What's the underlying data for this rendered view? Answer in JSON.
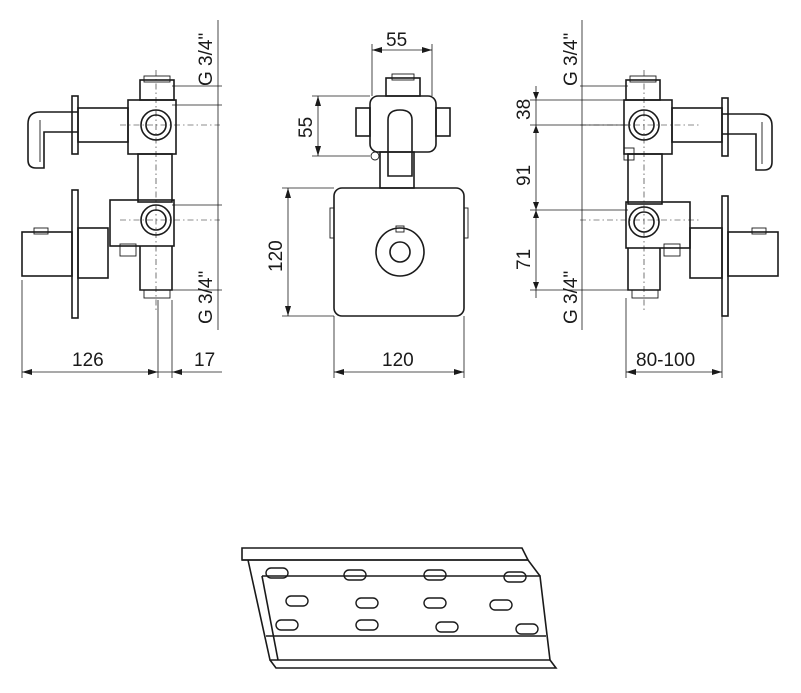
{
  "colors": {
    "line": "#1a1a1a",
    "background": "#ffffff"
  },
  "left_view": {
    "dim_width": "126",
    "dim_offset": "17",
    "thread_top": "G 3/4\"",
    "thread_bottom": "G 3/4\""
  },
  "center_view": {
    "dim_top_width": "55",
    "dim_top_height": "55",
    "dim_plate_height": "120",
    "dim_plate_width": "120"
  },
  "right_view": {
    "dim_spacing_a": "38",
    "dim_spacing_b": "91",
    "dim_spacing_c": "71",
    "dim_depth": "80-100",
    "thread_top": "G 3/4\"",
    "thread_bottom": "G 3/4\""
  }
}
